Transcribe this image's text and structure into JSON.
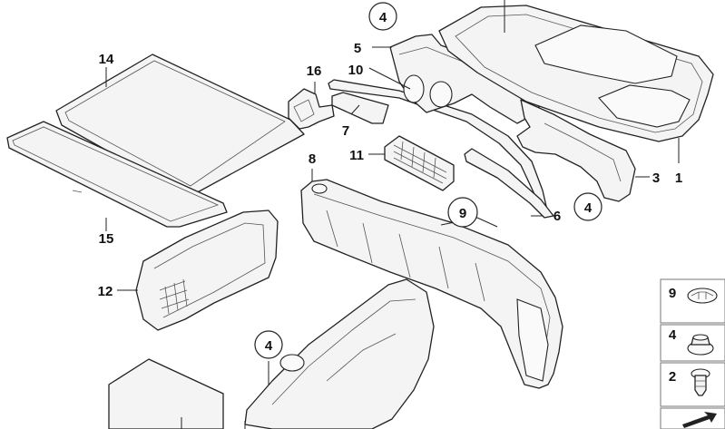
{
  "labels": {
    "p1": "1",
    "p2": "2",
    "p3": "3",
    "p4a": "4",
    "p4b": "4",
    "p4c": "4",
    "p4d": "4",
    "p5": "5",
    "p6": "6",
    "p7": "7",
    "p8": "8",
    "p9a": "9",
    "p9b": "9",
    "p10": "10",
    "p11": "11",
    "p12": "12",
    "p14": "14",
    "p15": "15",
    "p16": "16"
  },
  "icons": {
    "expanding-rivet": "9",
    "push-nut": "4",
    "plastic-clip": "2",
    "arrow": "next-page-arrow-icon"
  }
}
